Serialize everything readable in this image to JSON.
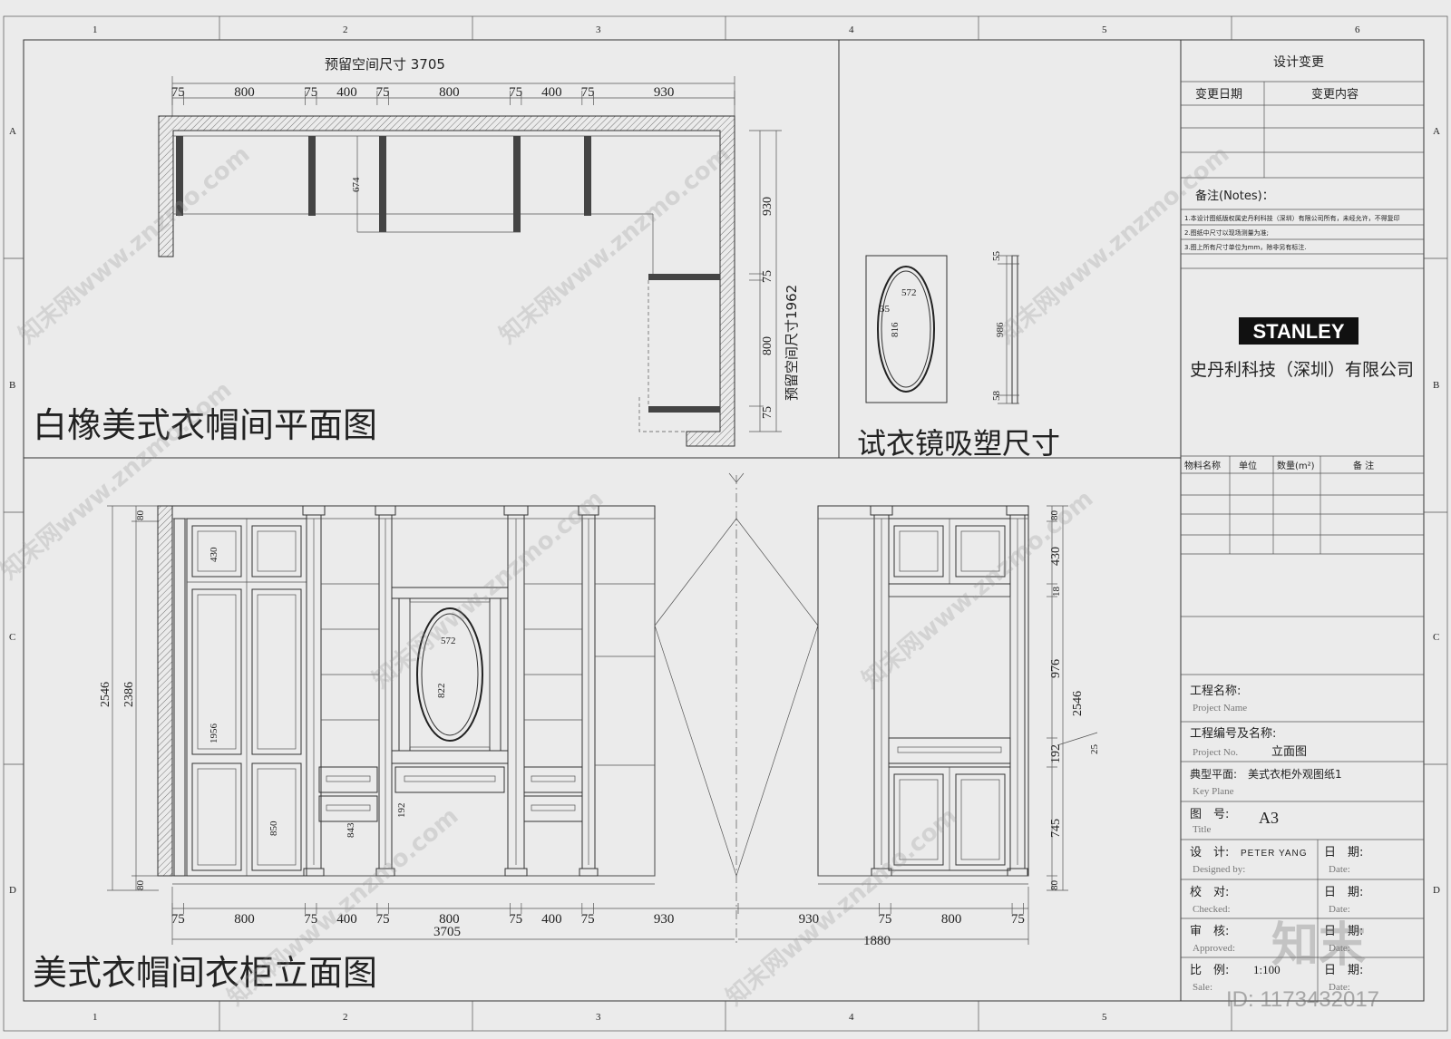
{
  "grid": {
    "cols": [
      "1",
      "2",
      "3",
      "4",
      "5",
      "6"
    ],
    "rows": [
      "A",
      "B",
      "C",
      "D"
    ]
  },
  "plan": {
    "title": "白橡美式衣帽间平面图",
    "top_total": "预留空间尺寸 3705",
    "top_dims": [
      "75",
      "800",
      "75",
      "400",
      "75",
      "800",
      "75",
      "400",
      "75",
      "930"
    ],
    "inner_depth": "674",
    "side_total": "预留空间尺寸1962",
    "side_dims": [
      "930",
      "75",
      "800",
      "75"
    ]
  },
  "mirror": {
    "title": "试衣镜吸塑尺寸",
    "width": "572",
    "height": "816",
    "rim": "35",
    "side_dims": [
      "55",
      "986",
      "58"
    ]
  },
  "elevation": {
    "title": "美式衣帽间衣柜立面图",
    "left_heights": [
      "2546",
      "2386"
    ],
    "top_cap": "80",
    "bottom_base": "80",
    "door_top": "430",
    "door_tall": "1956",
    "door_low": "850",
    "mirror_w": "572",
    "mirror_h": "822",
    "drawer_h": "192",
    "drawer_stack": "843",
    "right_dims": [
      "80",
      "430",
      "18",
      "976",
      "192",
      "745",
      "80"
    ],
    "right_total": "2546",
    "right_extra": "25",
    "bottom_dims": [
      "75",
      "800",
      "75",
      "400",
      "75",
      "800",
      "75",
      "400",
      "75",
      "930",
      "930",
      "75",
      "800",
      "75"
    ],
    "bottom_total_left": "3705",
    "bottom_total_right": "1880"
  },
  "titleblock": {
    "revision_header": "设计变更",
    "rev_date": "变更日期",
    "rev_content": "变更内容",
    "notes_label": "备注(Notes)：",
    "notes": [
      "1.本设计图纸版权属史丹利科技（深圳）有限公司所有，未经允许，不得复印",
      "2.图纸中尺寸以现场测量为准;",
      "3.图上所有尺寸单位为mm，除非另有标注."
    ],
    "logo": "STANLEY",
    "company": "史丹利科技（深圳）有限公司",
    "material_headers": [
      "物料名称",
      "单位",
      "数量(m²)",
      "备 注"
    ],
    "project_name_cn": "工程名称:",
    "project_name_en": "Project Name",
    "project_no_cn": "工程编号及名称:",
    "project_no_en": "Project No.",
    "project_no_value": "立面图",
    "key_plane_cn": "典型平面:",
    "key_plane_value": "美式衣柜外观图纸1",
    "key_plane_en": "Key Plane",
    "title_cn": "图　号:",
    "title_value": "A3",
    "title_en": "Title",
    "designed_cn": "设　计:",
    "designed_value": "PETER YANG",
    "designed_en": "Designed by:",
    "checked_cn": "校　对:",
    "checked_en": "Checked:",
    "approved_cn": "审　核:",
    "approved_en": "Approved:",
    "scale_cn": "比　例:",
    "scale_value": "1:100",
    "scale_en": "Sale:",
    "date_cn": "日　期:",
    "date_en": "Date:"
  },
  "watermark": {
    "text": "知末网www.znzmo.com",
    "brand": "知末",
    "id": "ID: 1173432017"
  }
}
